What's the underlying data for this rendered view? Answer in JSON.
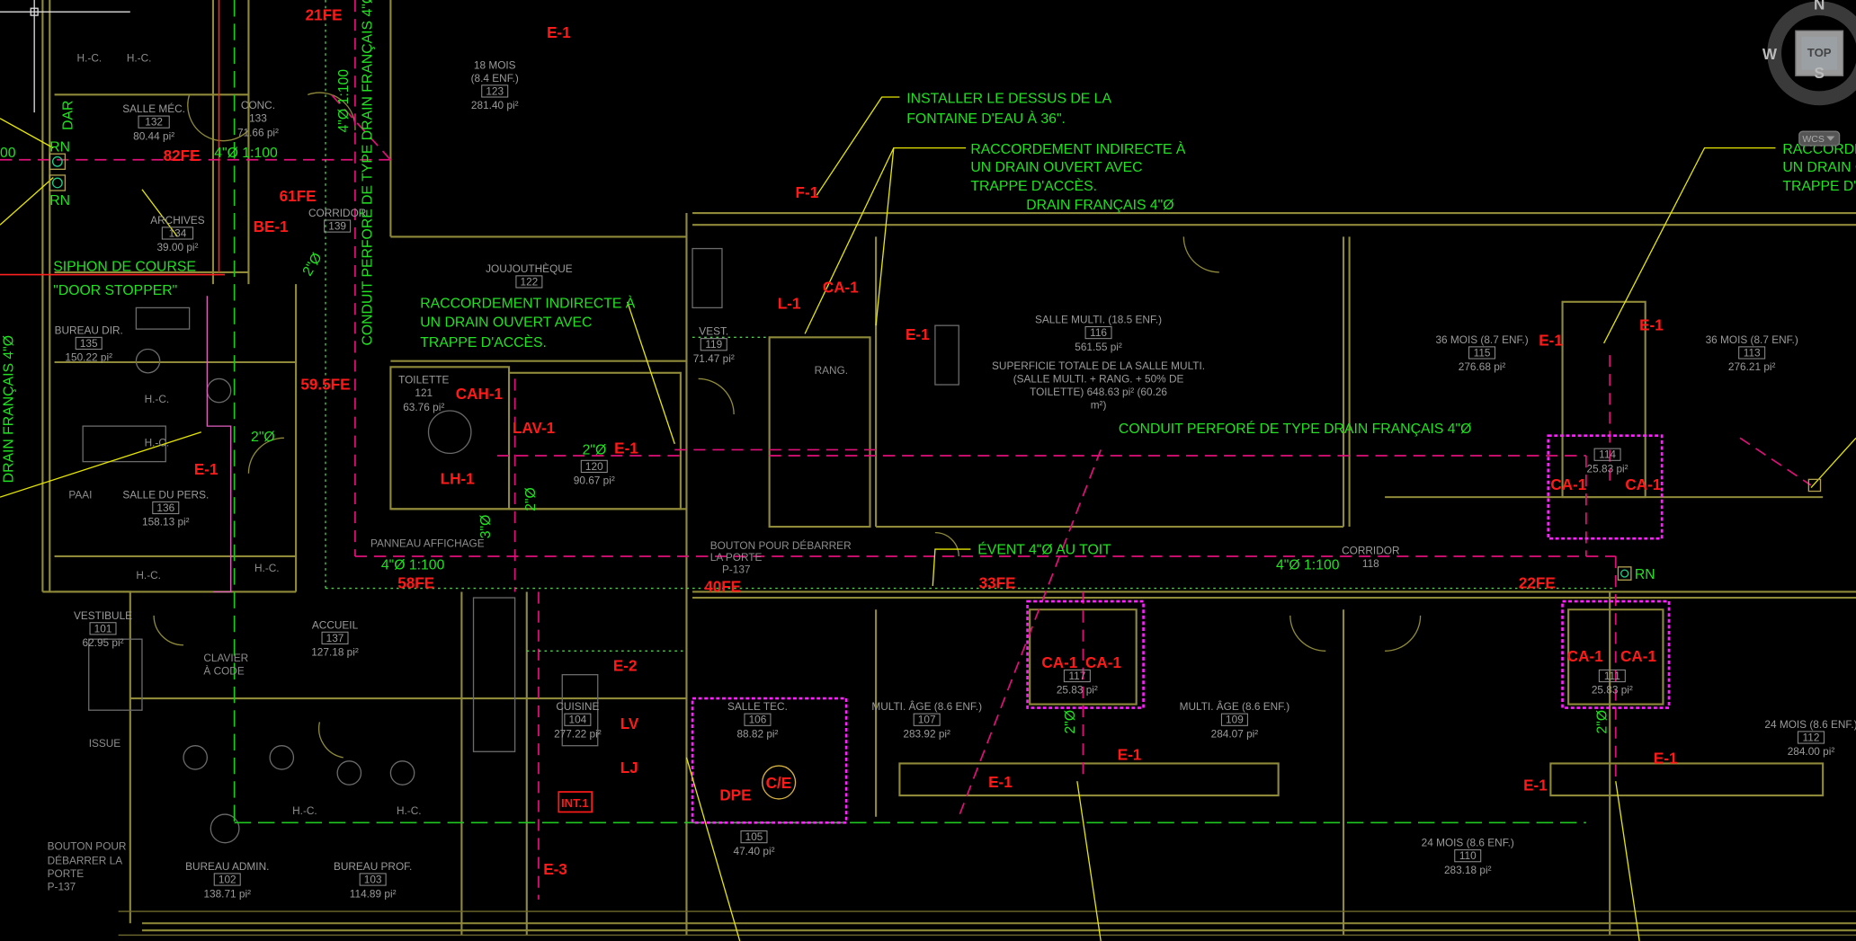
{
  "viewcube": {
    "north": "N",
    "south": "S",
    "west": "W",
    "face": "TOP",
    "ucs": "WCS"
  },
  "rooms": [
    {
      "name": "SALLE MÉC.",
      "num": "132",
      "area": "80.44 pi²"
    },
    {
      "name": "CONC.",
      "num": "133",
      "area": "71.66 pi²"
    },
    {
      "name": "ARCHIVES",
      "num": "134",
      "area": "39.00 pi²"
    },
    {
      "name": "CORRIDOR",
      "num": "139",
      "area": ""
    },
    {
      "name": "18 MOIS",
      "name2": "(8.4 ENF.)",
      "num": "123",
      "area": "281.40 pi²"
    },
    {
      "name": "JOUJOUTHÈQUE",
      "num": "122",
      "area": ""
    },
    {
      "name": "BUREAU DIR.",
      "num": "135",
      "area": "150.22 pi²"
    },
    {
      "name": "TOILETTE",
      "num": "121",
      "area": "63.76 pi²"
    },
    {
      "name": "SALLE DU PERS.",
      "num": "136",
      "area": "158.13 pi²"
    },
    {
      "name": "VESTIBULE",
      "num": "101",
      "area": "62.95 pi²"
    },
    {
      "name": "ACCUEIL",
      "num": "137",
      "area": "127.18 pi²"
    },
    {
      "name": "BUREAU ADMIN.",
      "num": "102",
      "area": "138.71 pi²"
    },
    {
      "name": "BUREAU PROF.",
      "num": "103",
      "area": "114.89 pi²"
    },
    {
      "name": "CUISINE",
      "num": "104",
      "area": "277.22 pi²"
    },
    {
      "name": "SALLE TEC.",
      "num": "106",
      "area": "88.82 pi²"
    },
    {
      "name": "",
      "num": "105",
      "area": "47.40 pi²"
    },
    {
      "name": "VEST.",
      "num": "119",
      "area": "71.47 pi²"
    },
    {
      "name": "",
      "num": "120",
      "area": "90.67 pi²"
    },
    {
      "name": "SALLE MULTI. (18.5 ENF.)",
      "num": "116",
      "area": "561.55 pi²"
    },
    {
      "name": "36 MOIS (8.7 ENF.)",
      "num": "115",
      "area": "276.68 pi²"
    },
    {
      "name": "36 MOIS (8.7 ENF.)",
      "num": "113",
      "area": "276.21 pi²"
    },
    {
      "name": "",
      "num": "114",
      "area": "25.83 pi²"
    },
    {
      "name": "CORRIDOR",
      "num": "118",
      "area": ""
    },
    {
      "name": "MULTI. ÂGE (8.6 ENF.)",
      "num": "107",
      "area": "283.92 pi²"
    },
    {
      "name": "MULTI. ÂGE (8.6 ENF.)",
      "num": "109",
      "area": "284.07 pi²"
    },
    {
      "name": "",
      "num": "111",
      "area": "25.83 pi²"
    },
    {
      "name": "24 MOIS (8.6 ENF.)",
      "num": "112",
      "area": "284.00 pi²"
    },
    {
      "name": "24 MOIS (8.6 ENF.)",
      "num": "110",
      "area": "283.18 pi²"
    },
    {
      "name": "",
      "num": "117",
      "area": "25.83 pi²"
    }
  ],
  "superficie": [
    "SUPERFICIE TOTALE DE LA SALLE MULTI.",
    "(SALLE MULTI. + RANG. + 50% DE",
    "TOILETTE) 648.63 pi² (60.26",
    "m²)"
  ],
  "gray_notes": {
    "bouton1": [
      "BOUTON POUR DÉBARRER",
      "LA PORTE",
      "P-137"
    ],
    "bouton2": [
      "BOUTON POUR",
      "DÉBARRER LA",
      "PORTE",
      "P-137"
    ],
    "clavier": [
      "CLAVIER",
      "À CODE"
    ],
    "paai": "PAAI",
    "issue": "ISSUE",
    "hc": "H.-C.",
    "rang": "RANG.",
    "panneau": "PANNEAU AFFICHAGE"
  },
  "tags": {
    "t21fe": "21FE",
    "t82fe": "82FE",
    "t61fe": "61FE",
    "be1": "BE-1",
    "t595fe": "59.5FE",
    "e1": "E-1",
    "f1": "F-1",
    "ca1": "CA-1",
    "l1": "L-1",
    "cah1": "CAH-1",
    "lav1": "LAV-1",
    "lh1": "LH-1",
    "t58fe": "58FE",
    "t40fe": "40FE",
    "t33fe": "33FE",
    "t22fe": "22FE",
    "e2": "E-2",
    "lv": "LV",
    "lj": "LJ",
    "int1": "INT.1",
    "dpe": "DPE",
    "ce": "C/E",
    "e3": "E-3"
  },
  "notes": {
    "fontaine": [
      "INSTALLER LE DESSUS DE LA",
      "FONTAINE D'EAU À 36\"."
    ],
    "raccord": [
      "RACCORDEMENT INDIRECTE À",
      "UN DRAIN OUVERT AVEC",
      "TRAPPE D'ACCÈS."
    ],
    "raccord_right": [
      "RACCORDEMENT",
      "UN DRAIN OU",
      "TRAPPE D'AC"
    ],
    "drain4": "DRAIN FRANÇAIS 4\"Ø",
    "conduit": "CONDUIT PERFORÉ DE TYPE DRAIN FRANÇAIS 4\"Ø",
    "evente": "ÉVENT 4\"Ø AU TOIT",
    "slope": "4\"Ø 1:100",
    "rn": "RN",
    "siphon": "SIPHON DE COURSE",
    "door_stopper": "\"DOOR STOPPER\"",
    "d2": "2\"Ø",
    "d3": "3\"Ø",
    "dar": "DAR",
    "partial00": "00"
  }
}
